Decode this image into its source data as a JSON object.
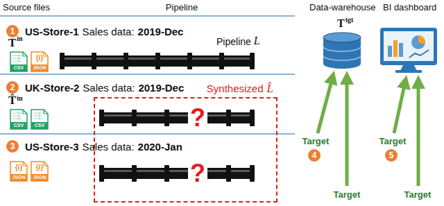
{
  "diagram": {
    "nodes": [
      {
        "text": [
          "1"
        ]
      },
      {
        "text": [
          "CSV"
        ]
      },
      {
        "text": [
          "{i}",
          "JSON"
        ]
      },
      {
        "text": [
          "2"
        ]
      },
      {
        "text": [
          "Synthesized",
          "L̂"
        ]
      },
      {
        "text": [
          "CSV"
        ]
      },
      {
        "text": [
          "CSV"
        ]
      },
      {
        "text": [
          "3"
        ]
      },
      {
        "text": [
          "{i}",
          "JSON"
        ]
      },
      {
        "text": [
          "{i}",
          "JSON"
        ]
      },
      {
        "text": [
          "4"
        ]
      },
      {
        "text": [
          "5"
        ]
      }
    ],
    "labels": [
      "Source files",
      "Pipeline",
      "Data-warehouse",
      "BI dashboard",
      "US-Store-1",
      "Sales data:",
      "2019-Dec",
      "Pipeline",
      "L",
      "T",
      "in",
      "T",
      "tgt",
      "UK-Store-2",
      "Sales data:",
      "2019-Dec",
      "T̂",
      "in",
      "?",
      "US-Store-3",
      "Sales data:",
      "2020-Jan",
      "?",
      "Target",
      "Target",
      "Target",
      "Target"
    ]
  }
}
